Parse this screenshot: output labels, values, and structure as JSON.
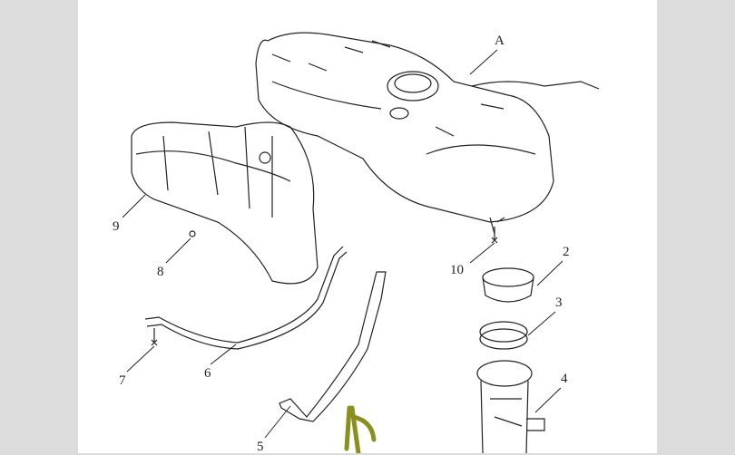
{
  "diagram": {
    "labels": {
      "A": "A",
      "p2": "2",
      "p3": "3",
      "p4": "4",
      "p5": "5",
      "p6": "6",
      "p7": "7",
      "p8": "8",
      "p9": "9",
      "p10": "10"
    },
    "colors": {
      "line": "#222222",
      "margin": "#dcdcdc",
      "annotation": "#8a8f1e"
    }
  }
}
